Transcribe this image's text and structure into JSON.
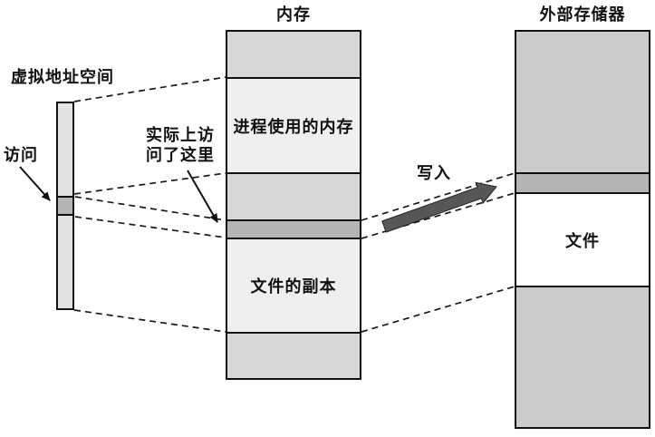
{
  "colors": {
    "background": "#ffffff",
    "box_border": "#111111",
    "gray_section": "#d7d7d7",
    "light_section": "#efefef",
    "band_section": "#b4b4b4",
    "external_gray": "#cbcbcb",
    "bar_light": "#e2e2e2",
    "white_section": "#ffffff",
    "write_arrow": "#575757",
    "connector_line": "#1a1a1a"
  },
  "virtual_bar": {
    "title": "虚拟地址空间",
    "access_label": "访问"
  },
  "annotations": {
    "actual_access_line1": "实际上访",
    "actual_access_line2": "问了这里",
    "write_label": "写入"
  },
  "memory": {
    "title": "内存",
    "sections": [
      {
        "id": "mem-top-gray",
        "label": ""
      },
      {
        "id": "mem-process-memory",
        "label": "进程使用的内存"
      },
      {
        "id": "mem-mid-gray",
        "label": ""
      },
      {
        "id": "mem-accessed-band",
        "label": ""
      },
      {
        "id": "mem-file-copy",
        "label": "文件的副本"
      },
      {
        "id": "mem-bottom-gray",
        "label": ""
      }
    ]
  },
  "external_storage": {
    "title": "外部存储器",
    "sections": [
      {
        "id": "ext-top-gray",
        "label": ""
      },
      {
        "id": "ext-mapped-band",
        "label": ""
      },
      {
        "id": "ext-file",
        "label": "文件"
      },
      {
        "id": "ext-bottom-gray",
        "label": ""
      }
    ]
  }
}
